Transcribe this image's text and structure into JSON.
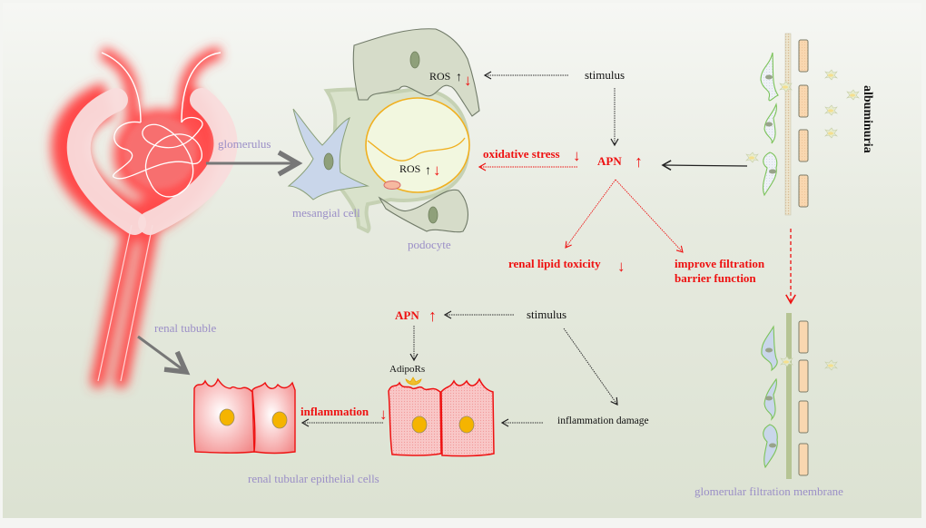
{
  "colors": {
    "label_purple": "#9b8fc7",
    "emphasis_red": "#ee1111",
    "text_black": "#111111",
    "glow_red": "#ff3b3b",
    "podocyte_fill": "#d6dcc9",
    "mesangial_fill": "#c9d6ea",
    "nucleus_fill": "#8fa07a",
    "epithelial_nucleus": "#f5b400",
    "slit_pad_fill": "#f9d7b0",
    "background_top": "#f5f6f3",
    "background_bottom": "#dce2d2"
  },
  "labels": {
    "glomerulus": "glomerulus",
    "mesangial_cell": "mesangial cell",
    "podocyte": "podocyte",
    "renal_tubule": "renal tububle",
    "renal_tubular_epithelial_cells": "renal tubular epithelial cells",
    "glomerular_filtration_membrane": "glomerular filtration membrane",
    "albuminuria": "albuminuria"
  },
  "upper_pathway": {
    "stimulus": "stimulus",
    "apn": "APN",
    "apn_arrow": "↑",
    "oxidative_stress": "oxidative stress",
    "oxidative_stress_arrow": "↓",
    "renal_lipid_toxicity": "renal lipid toxicity",
    "renal_lipid_toxicity_arrow": "↓",
    "improve_filtration_line1": "improve filtration",
    "improve_filtration_line2": "barrier function",
    "ros_top": "ROS",
    "ros_inner": "ROS",
    "ros_up_arrow": "↑",
    "ros_down_arrow": "↓"
  },
  "lower_pathway": {
    "apn": "APN",
    "apn_arrow": "↑",
    "stimulus": "stimulus",
    "adipors": "AdipoRs",
    "inflammation": "inflammation",
    "inflammation_arrow": "↓",
    "inflammation_damage": "inflammation damage"
  }
}
